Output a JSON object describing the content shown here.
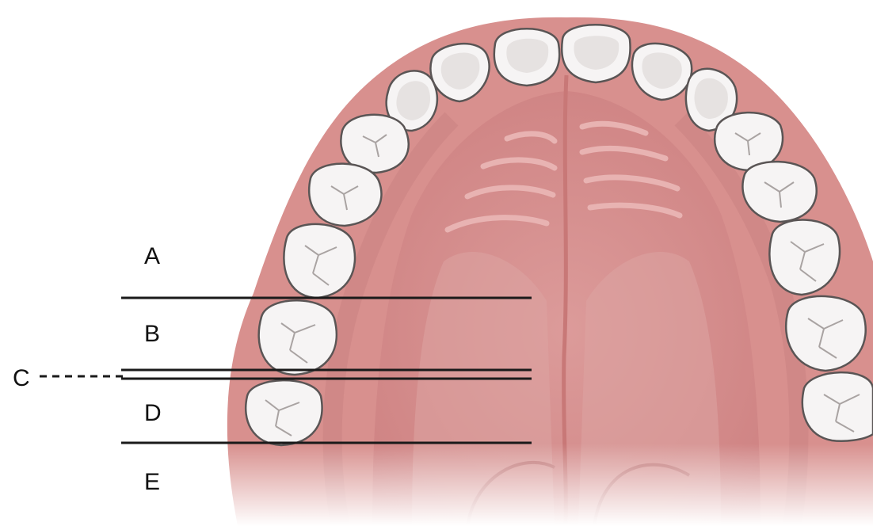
{
  "labels": {
    "a": "A",
    "b": "B",
    "c": "C",
    "d": "D",
    "e": "E"
  },
  "colors": {
    "gum": "#d8908e",
    "gum_light": "#e2a3a2",
    "gum_shadow": "#c27a7a",
    "palate": "#d48b8a",
    "raphe": "#c87877",
    "tooth_fill": "#f6f4f4",
    "tooth_inner": "#e6e2e1",
    "tooth_outline": "#5a5555",
    "line": "#1a1a1a"
  }
}
